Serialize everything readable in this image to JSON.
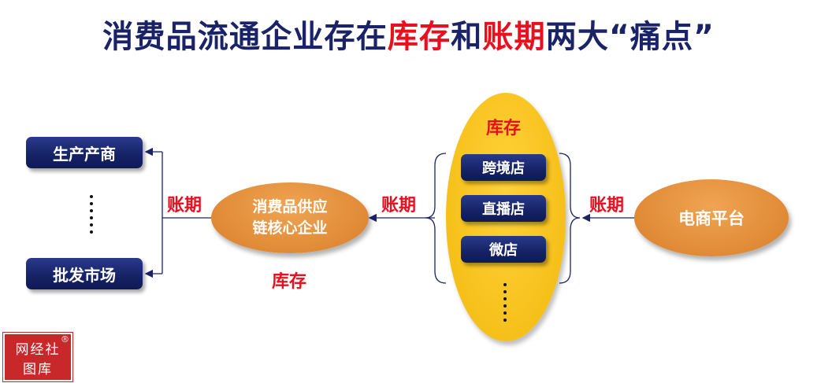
{
  "title": {
    "part1": "消费品流通企业存在",
    "highlight1": "库存",
    "part2": "和",
    "highlight2": "账期",
    "part3": "两大“痛点”"
  },
  "colors": {
    "navy": "#1a2367",
    "red": "#e8101e",
    "orange": "#e8913c",
    "yellow": "#f6c01a"
  },
  "left_boxes": [
    {
      "label": "生产产商"
    },
    {
      "label": "批发市场"
    }
  ],
  "labels": {
    "left_payment": "账期",
    "mid_payment": "账期",
    "right_payment": "账期",
    "core_inventory": "库存",
    "store_inventory": "库存"
  },
  "core_enterprise": {
    "line1": "消费品供应",
    "line2": "链核心企业"
  },
  "stores": [
    {
      "label": "跨境店"
    },
    {
      "label": "直播店"
    },
    {
      "label": "微店"
    }
  ],
  "platform": {
    "label": "电商平台"
  },
  "watermark": {
    "line1": "网经社",
    "line2": "图库",
    "mark": "®"
  }
}
